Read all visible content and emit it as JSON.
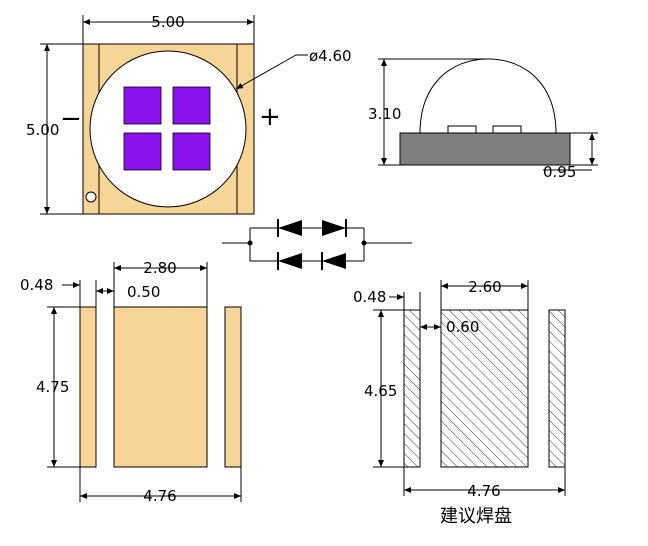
{
  "top_view": {
    "width_label": "5.00",
    "height_label": "5.00",
    "lens_label": "ø4.60",
    "minus_symbol": "−",
    "plus_symbol": "+",
    "pad_color": "#f7d597",
    "chip_color": "#8a10ee"
  },
  "side_view": {
    "height_label": "3.10",
    "base_label": "0.95",
    "base_color": "#7f7f7f"
  },
  "bottom_view": {
    "left_pad_label": "0.48",
    "gap_label": "0.50",
    "center_pad_label": "2.80",
    "height_label": "4.75",
    "total_width_label": "4.76"
  },
  "solder_pad": {
    "left_pad_label": "0.48",
    "gap_label": "0.60",
    "center_pad_label": "2.60",
    "height_label": "4.65",
    "total_width_label": "4.76",
    "caption": "建议焊盘"
  }
}
